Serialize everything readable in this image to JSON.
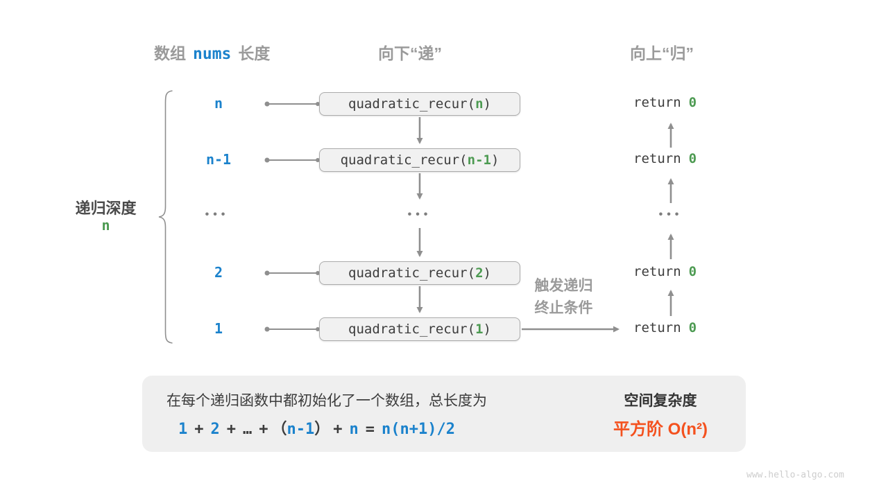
{
  "colors": {
    "blue": "#1b82cc",
    "green": "#4c9a51",
    "orange": "#f4511e",
    "header_gray": "#9a9a9a",
    "dark_text": "#3c3c3c",
    "box_fill": "#f1f1f1",
    "box_border": "#ababab",
    "arrow_gray": "#8f8f8f",
    "summary_fill": "#efefef"
  },
  "headers": {
    "array_label_prefix": "数组",
    "array_var": "nums",
    "array_label_suffix": "长度",
    "down": "向下“递”",
    "up": "向上“归”"
  },
  "depth_label": {
    "title": "递归深度",
    "value": "n"
  },
  "call": {
    "prefix": "quadratic_recur(",
    "suffix": ")"
  },
  "ret": {
    "keyword": "return",
    "value": "0"
  },
  "rows": [
    {
      "label": "n",
      "arg": "n"
    },
    {
      "label": "n-1",
      "arg": "n-1"
    },
    {
      "label": "2",
      "arg": "2"
    },
    {
      "label": "1",
      "arg": "1"
    }
  ],
  "ellipsis": "•••",
  "trigger": {
    "line1": "触发递归",
    "line2": "终止条件"
  },
  "summary": {
    "line1": "在每个递归函数中都初始化了一个数组，总长度为",
    "tokens": [
      "1",
      "+",
      "2",
      "+",
      "…",
      "+",
      "（",
      "n-1",
      "）",
      "+",
      "n",
      "=",
      "n(n+1)/2"
    ],
    "result_title": "空间复杂度",
    "result_value": "平方阶 O(n²)"
  },
  "watermark": "www.hello-algo.com"
}
